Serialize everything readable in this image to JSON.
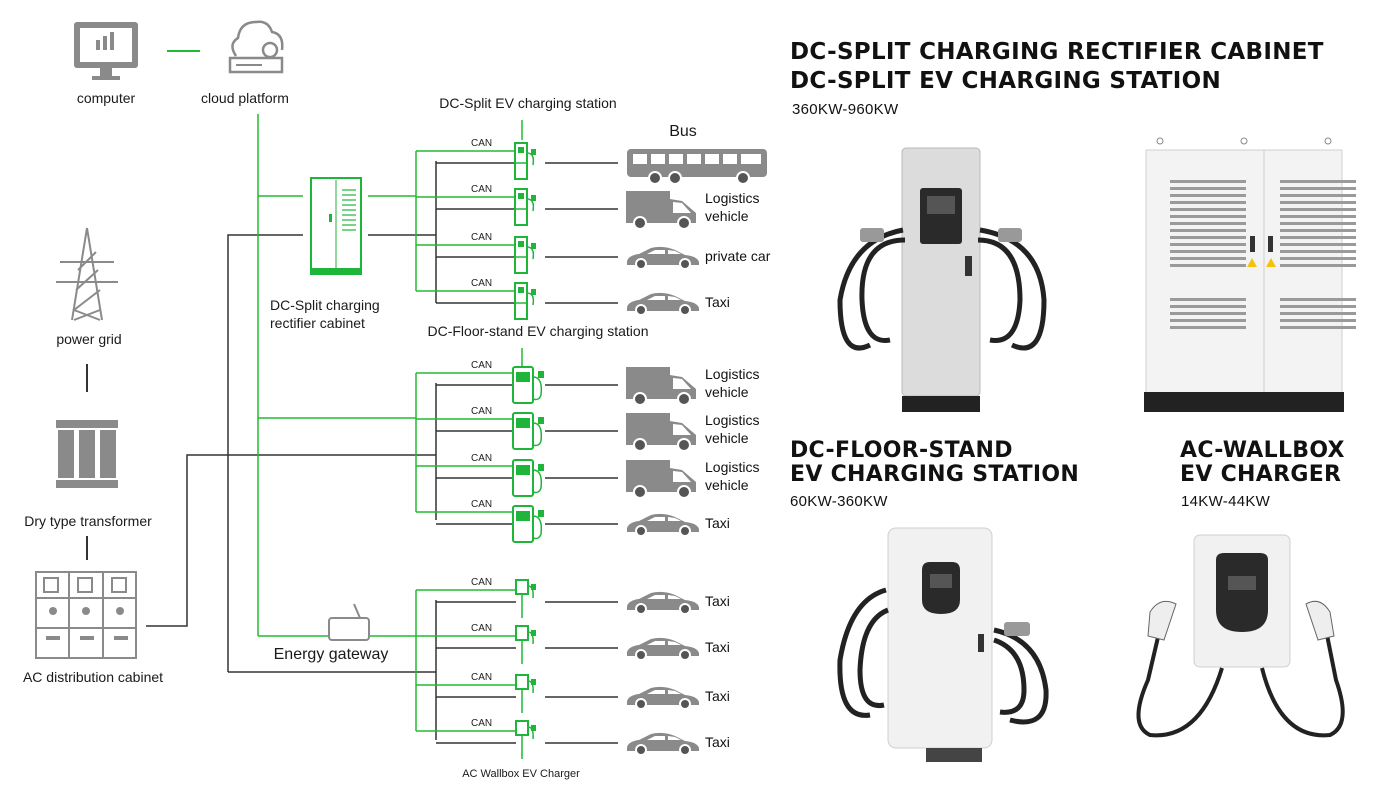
{
  "colors": {
    "line_green": "#22bb33",
    "line_dark": "#333333",
    "icon_gray": "#8a8a8a",
    "charger_green": "#1fb53a"
  },
  "nodes": {
    "computer": "computer",
    "cloud_platform": "cloud platform",
    "power_grid": "power grid",
    "dry_transformer": "Dry type transformer",
    "ac_cabinet": "AC distribution cabinet",
    "rectifier_cabinet": "DC-Split charging rectifier cabinet",
    "energy_gateway": "Energy gateway"
  },
  "groups": {
    "dc_split_station": "DC-Split EV charging station",
    "dc_floor_station": "DC-Floor-stand EV charging station",
    "ac_wallbox": "AC Wallbox EV Charger"
  },
  "can_label": "CAN",
  "bus_label": "Bus",
  "vehicles": {
    "split": [
      {
        "label": "",
        "icon": "bus-icon"
      },
      {
        "label": "Logistics vehicle",
        "icon": "van-icon"
      },
      {
        "label": "private car",
        "icon": "car-icon"
      },
      {
        "label": "Taxi",
        "icon": "car-icon"
      }
    ],
    "floor": [
      {
        "label": "Logistics vehicle",
        "icon": "van-icon"
      },
      {
        "label": "Logistics vehicle",
        "icon": "van-icon"
      },
      {
        "label": "Logistics vehicle",
        "icon": "van-icon"
      },
      {
        "label": "Taxi",
        "icon": "car-icon"
      }
    ],
    "wallbox": [
      {
        "label": "Taxi",
        "icon": "car-icon"
      },
      {
        "label": "Taxi",
        "icon": "car-icon"
      },
      {
        "label": "Taxi",
        "icon": "car-icon"
      },
      {
        "label": "Taxi",
        "icon": "car-icon"
      }
    ]
  },
  "products": {
    "dc_split": {
      "line1": "DC-SPLIT CHARGING RECTIFIER CABINET",
      "line2": "DC-SPLIT EV CHARGING STATION",
      "range": "360KW-960KW"
    },
    "dc_floor": {
      "line1": "DC-FLOOR-STAND",
      "line2": "EV CHARGING STATION",
      "range": "60KW-360KW"
    },
    "ac_wallbox": {
      "line1": "AC-WALLBOX",
      "line2": "EV CHARGER",
      "range": "14KW-44KW"
    }
  }
}
